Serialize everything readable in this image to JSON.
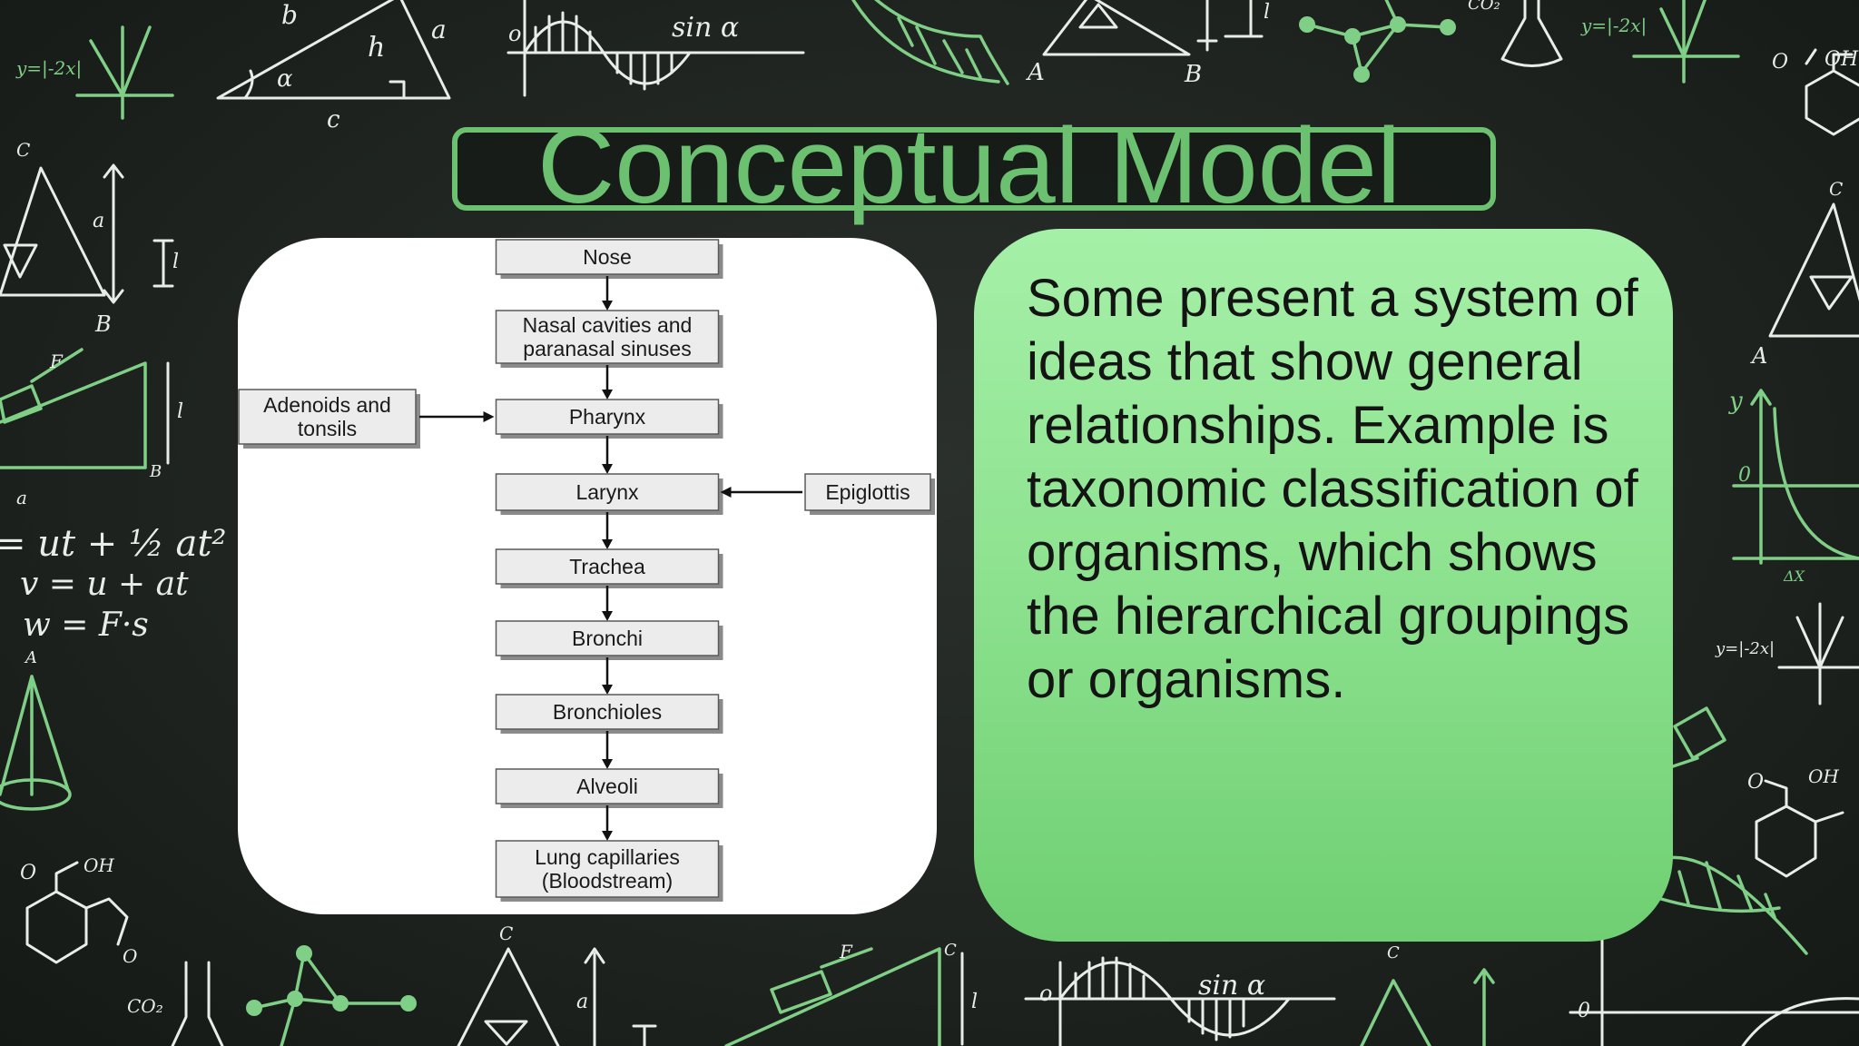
{
  "slide": {
    "title": "Conceptual Model",
    "body_text": "Some present a system of ideas that show general relationships. Example is taxonomic classification of organisms, which shows the hierarchical groupings or organisms."
  },
  "diagram": {
    "main_chain": [
      "Nose",
      "Nasal cavities and|paranasal sinuses",
      "Pharynx",
      "Larynx",
      "Trachea",
      "Bronchi",
      "Bronchioles",
      "Alveoli",
      "Lung capillaries|(Bloodstream)"
    ],
    "side_left": {
      "label": "Adenoids and|tonsils",
      "points_to": "Pharynx"
    },
    "side_right": {
      "label": "Epiglottis",
      "points_to": "Larynx"
    }
  },
  "background_labels": {
    "abs_left": "y=|-2x|",
    "abs_right": "y=|-2x|",
    "abs_right_mid": "y=|-2x|",
    "sin_top": "sin α",
    "sin_bottom": "sin α",
    "eq1": "= ut + ½ at²",
    "eq2": "v = u + at",
    "eq3": "w = F·s",
    "co2_top": "CO₂",
    "co2_bottom": "CO₂",
    "oh_right": "OH",
    "oh_right_mid": "OH",
    "oh_left": "OH"
  },
  "colors": {
    "accent_green": "#6cc170",
    "panel_green_top": "#a5f0a8",
    "panel_green_bottom": "#6fcf72",
    "board": "#1f2420"
  }
}
